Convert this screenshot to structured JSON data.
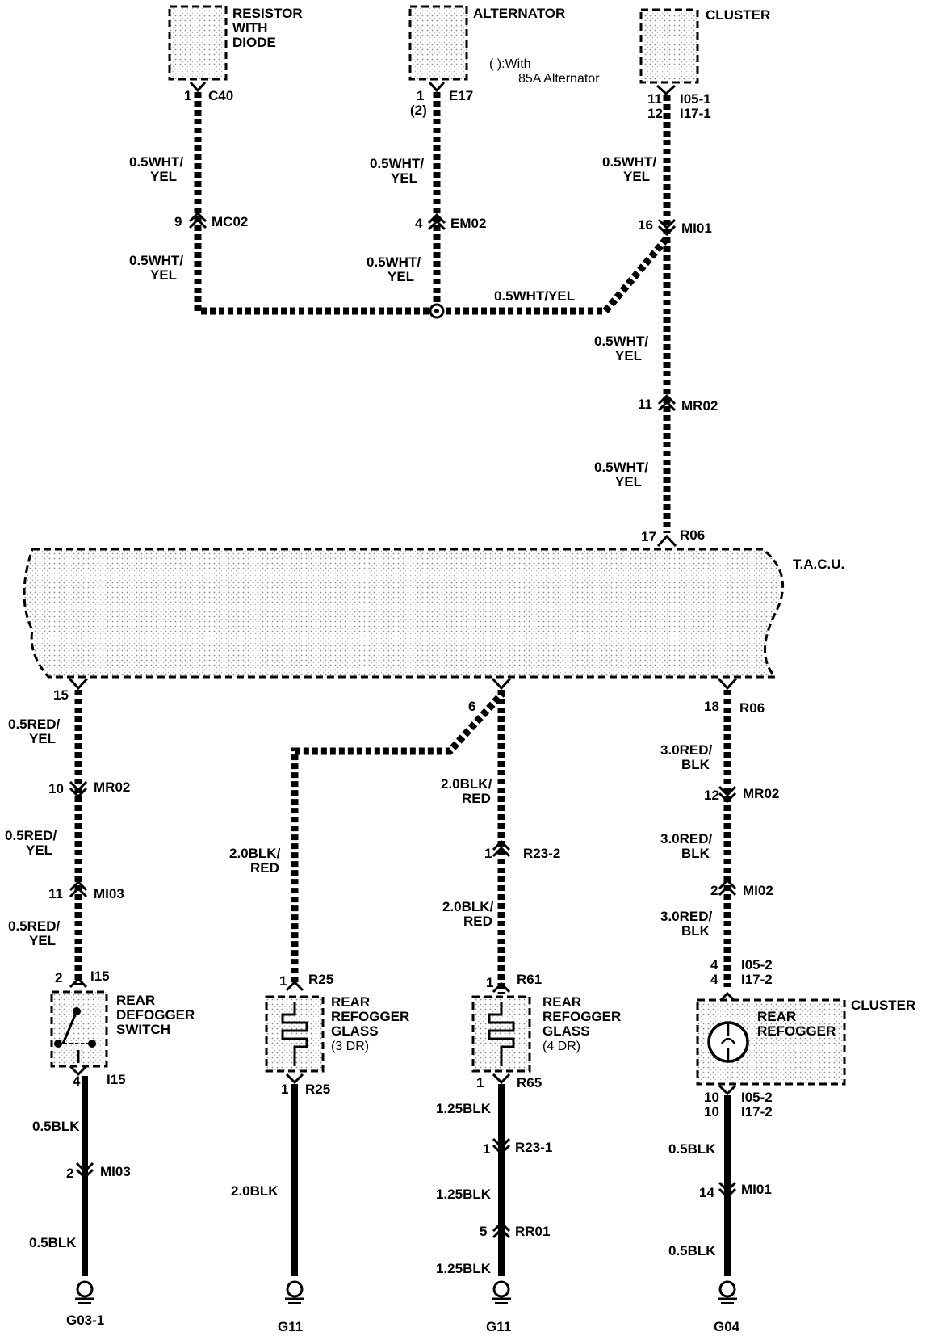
{
  "components": {
    "resistor": "RESISTOR WITH DIODE",
    "alternator": "ALTERNATOR",
    "alternator_note": "( ):With 85A Alternator",
    "cluster_top": "CLUSTER",
    "tacu": "T.A.C.U.",
    "rear_defogger_switch": "REAR DEFOGGER SWITCH",
    "rear_refogger_glass_3dr": "REAR REFOGGER GLASS (3 DR)",
    "rear_refogger_glass_4dr": "REAR REFOGGER GLASS (4 DR)",
    "cluster_bottom": "CLUSTER",
    "rear_refogger": "REAR REFOGGER"
  },
  "connectors": {
    "c40": {
      "pin": "1",
      "name": "C40"
    },
    "e17": {
      "pin": "1",
      "pin_alt": "(2)",
      "name": "E17"
    },
    "i05_1": {
      "pin": "11",
      "name": "I05-1"
    },
    "i17_1": {
      "pin": "12",
      "name": "I17-1"
    },
    "mc02": {
      "pin": "9",
      "name": "MC02"
    },
    "em02": {
      "pin": "4",
      "name": "EM02"
    },
    "mi01_top": {
      "pin": "16",
      "name": "MI01"
    },
    "mr02_top": {
      "pin": "11",
      "name": "MR02"
    },
    "r06_top": {
      "pin": "17",
      "name": "R06"
    },
    "tacu_15": {
      "pin": "15"
    },
    "tacu_6": {
      "pin": "6"
    },
    "r06_bottom": {
      "pin": "18",
      "name": "R06"
    },
    "mr02_a": {
      "pin": "10",
      "name": "MR02"
    },
    "mi03_a": {
      "pin": "11",
      "name": "MI03"
    },
    "i15_a": {
      "pin": "2",
      "name": "I15"
    },
    "i15_b": {
      "pin": "4",
      "name": "I15"
    },
    "mi03_b": {
      "pin": "2",
      "name": "MI03"
    },
    "r25_a": {
      "pin": "1",
      "name": "R25"
    },
    "r25_b": {
      "pin": "1",
      "name": "R25"
    },
    "r23_2": {
      "pin": "1",
      "name": "R23-2"
    },
    "r61": {
      "pin": "1",
      "name": "R61"
    },
    "r65": {
      "pin": "1",
      "name": "R65"
    },
    "r23_1": {
      "pin": "1",
      "name": "R23-1"
    },
    "rr01": {
      "pin": "5",
      "name": "RR01"
    },
    "mr02_b": {
      "pin": "12",
      "name": "MR02"
    },
    "mi02": {
      "pin": "2",
      "name": "MI02"
    },
    "i05_2a": {
      "pin": "4",
      "name": "I05-2"
    },
    "i17_2a": {
      "pin": "4",
      "name": "I17-2"
    },
    "i05_2b": {
      "pin": "10",
      "name": "I05-2"
    },
    "i17_2b": {
      "pin": "10",
      "name": "I17-2"
    },
    "mi01_bottom": {
      "pin": "14",
      "name": "MI01"
    }
  },
  "wires": {
    "wy": "0.5WHT/ YEL",
    "wy_inline": "0.5WHT/YEL",
    "ry": "0.5RED/ YEL",
    "br": "2.0BLK/ RED",
    "rb": "3.0RED/ BLK",
    "b05": "0.5BLK",
    "b20": "2.0BLK",
    "b125": "1.25BLK"
  },
  "grounds": {
    "g03_1": "G03-1",
    "g11_a": "G11",
    "g11_b": "G11",
    "g04": "G04"
  }
}
